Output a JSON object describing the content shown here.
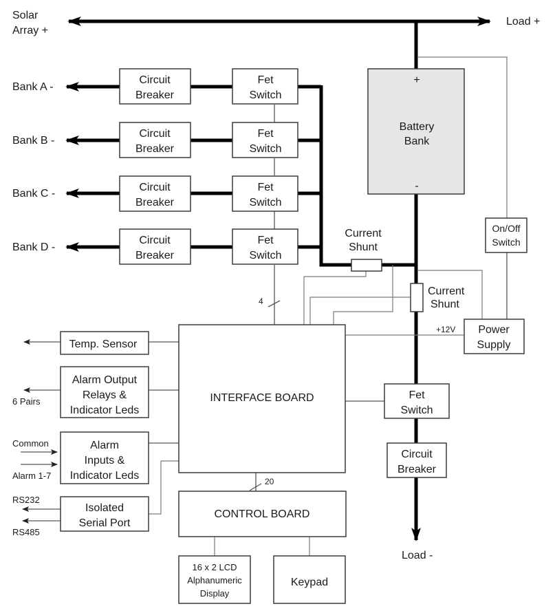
{
  "diagram": {
    "terminals": {
      "solar_array_line1": "Solar",
      "solar_array_line2": "Array  +",
      "load_plus": "Load +",
      "load_minus": "Load -",
      "bank_a": "Bank A -",
      "bank_b": "Bank B -",
      "bank_c": "Bank C -",
      "bank_d": "Bank D -"
    },
    "banks": [
      {
        "breaker": [
          "Circuit",
          "Breaker"
        ],
        "fet": [
          "Fet",
          "Switch"
        ]
      },
      {
        "breaker": [
          "Circuit",
          "Breaker"
        ],
        "fet": [
          "Fet",
          "Switch"
        ]
      },
      {
        "breaker": [
          "Circuit",
          "Breaker"
        ],
        "fet": [
          "Fet",
          "Switch"
        ]
      },
      {
        "breaker": [
          "Circuit",
          "Breaker"
        ],
        "fet": [
          "Fet",
          "Switch"
        ]
      }
    ],
    "battery": {
      "line1": "Battery",
      "line2": "Bank",
      "plus": "+",
      "minus": "-"
    },
    "current_shunt_1": {
      "line1": "Current",
      "line2": "Shunt"
    },
    "current_shunt_2": {
      "line1": "Current",
      "line2": "Shunt"
    },
    "on_off_switch": {
      "line1": "On/Off",
      "line2": "Switch"
    },
    "power_supply": {
      "line1": "Power",
      "line2": "Supply",
      "voltage": "+12V"
    },
    "bus_width_fet": "4",
    "bus_width_control": "20",
    "temp_sensor": "Temp. Sensor",
    "alarm_output": {
      "line1": "Alarm Output",
      "line2": "Relays &",
      "line3": "Indicator Leds",
      "side_label": "6 Pairs"
    },
    "alarm_inputs": {
      "line1": "Alarm",
      "line2": "Inputs &",
      "line3": "Indicator Leds",
      "common": "Common",
      "alarm_range": "Alarm 1-7"
    },
    "serial_port": {
      "line1": "Isolated",
      "line2": "Serial Port",
      "rs232": "RS232",
      "rs485": "RS485"
    },
    "interface_board": "INTERFACE BOARD",
    "control_board": "CONTROL BOARD",
    "load_fet": {
      "line1": "Fet",
      "line2": "Switch"
    },
    "load_breaker": {
      "line1": "Circuit",
      "line2": "Breaker"
    },
    "lcd": {
      "line1": "16 x 2 LCD",
      "line2": "Alphanumeric",
      "line3": "Display"
    },
    "keypad": "Keypad"
  }
}
